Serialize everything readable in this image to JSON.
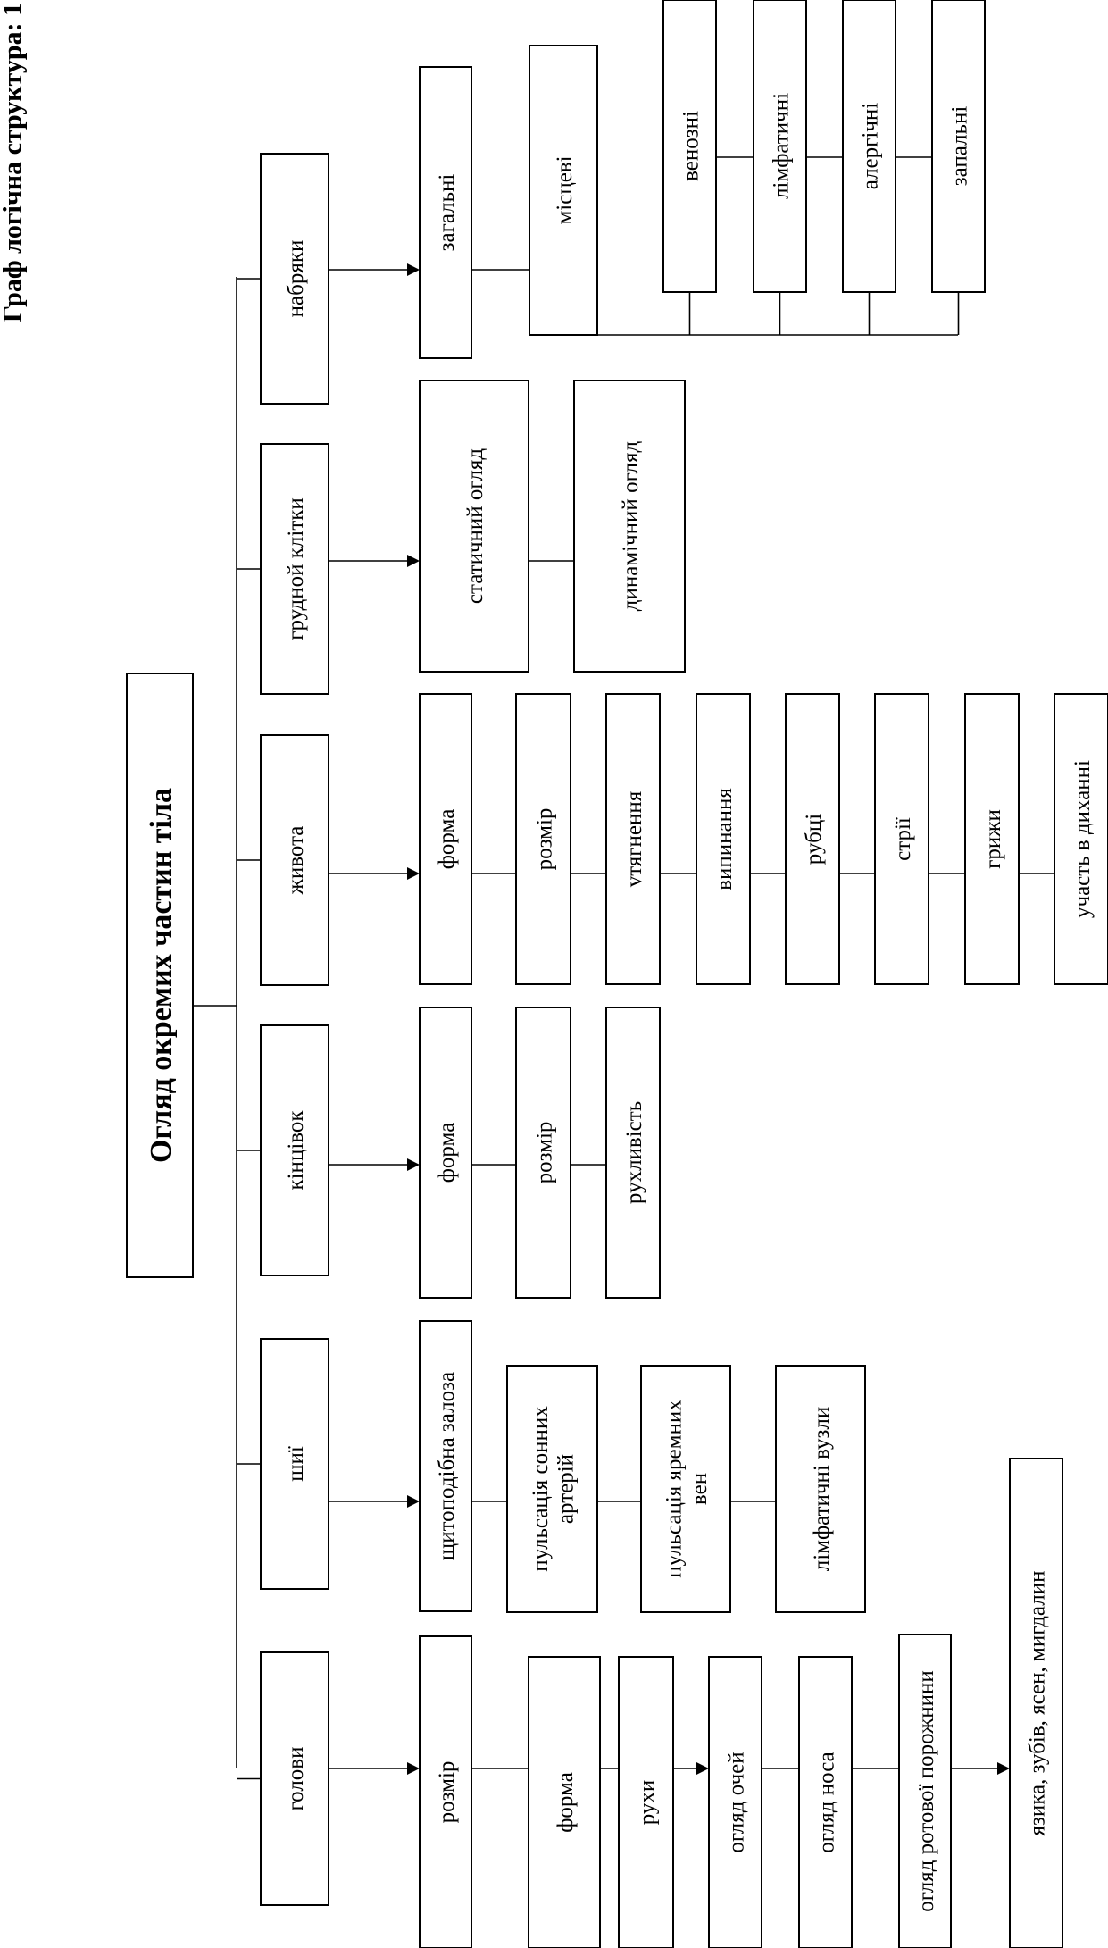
{
  "title": "Граф логічна структура: 1",
  "root": "Огляд окремих частин тіла",
  "branches": [
    {
      "key": "head",
      "label": "голови",
      "items": [
        "розмір",
        "форма",
        "рухи",
        "огляд очей",
        "огляд носа",
        "огляд ротової порожнини",
        "язика, зубів, ясен, мигдалин"
      ]
    },
    {
      "key": "neck",
      "label": "шиї",
      "items": [
        "щитоподібна залоза",
        "пульсація сонних артерій",
        "пульсація яремних вен",
        "лімфатичні вузли"
      ]
    },
    {
      "key": "limbs",
      "label": "кінцівок",
      "items": [
        "форма",
        "розмір",
        "рухливість"
      ]
    },
    {
      "key": "abdomen",
      "label": "живота",
      "items": [
        "форма",
        "розмір",
        "vтягнення",
        "випинання",
        "рубці",
        "стрії",
        "грижи",
        "участь в диханні"
      ]
    },
    {
      "key": "chest",
      "label": "грудной клітки",
      "items": [
        "статичний огляд",
        "динамічний огляд"
      ]
    },
    {
      "key": "edema",
      "label": "набряки",
      "items": [
        "загальні",
        "місцеві"
      ],
      "subitems": [
        "венозні",
        "лімфатичні",
        "алергічні",
        "запальні"
      ]
    }
  ]
}
